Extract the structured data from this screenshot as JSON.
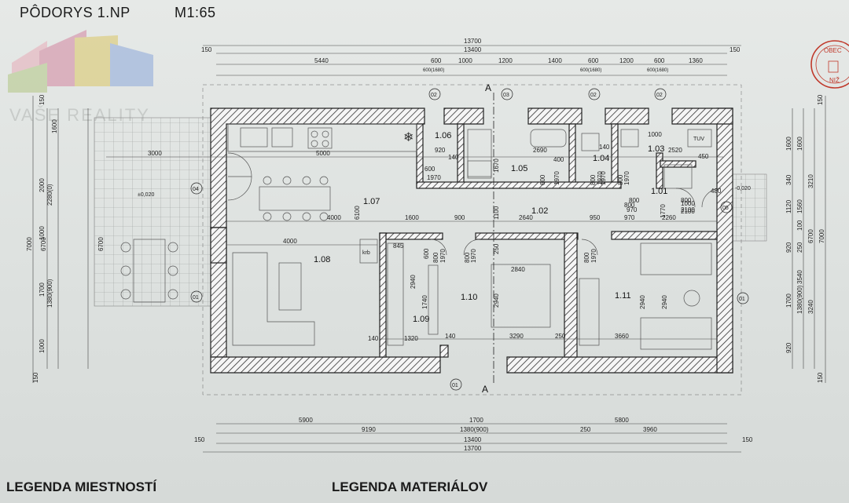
{
  "header": {
    "title": "PÔDORYS 1.NP",
    "scale": "M1:65",
    "watermark": "VAŠE REALITY"
  },
  "stamp": {
    "lines": [
      "OBEC",
      "NIŽ"
    ]
  },
  "dimensions": {
    "top_total_outer": "13700",
    "top_total_inner": "13400",
    "top_end_left": "150",
    "top_end_right": "150",
    "top_segments": [
      "5440",
      "600",
      "1000",
      "1200",
      "1400",
      "600",
      "1200",
      "600",
      "1360"
    ],
    "top_openings": [
      "600(1680)",
      "600(1680)",
      "600(1680)"
    ],
    "bottom_segments_a": [
      "5900",
      "1700",
      "5800"
    ],
    "bottom_segments_b": [
      "9190",
      "1380(900)",
      "250",
      "3960"
    ],
    "bottom_total_inner": "13400",
    "bottom_total_outer": "13700",
    "bottom_end_left": "150",
    "bottom_end_right": "150",
    "left_total_outer": "7000",
    "left_total_inner": "6700",
    "left_total_terrace": "6700",
    "left_segments": [
      "150",
      "1600",
      "2000",
      "2280(0)",
      "1000",
      "1700",
      "1380(900)",
      "1000",
      "150"
    ],
    "right_total_outer": "7000",
    "right_total_inner": "6700",
    "right_segments": [
      "150",
      "1600",
      "1600",
      "340",
      "3210",
      "1120",
      "1560",
      "100",
      "920",
      "250",
      "3540",
      "1700",
      "1380(900)",
      "3240",
      "920",
      "150"
    ],
    "interior": [
      "3000",
      "5000",
      "4000",
      "4000",
      "1600",
      "900",
      "2640",
      "950",
      "6100",
      "1100",
      "920",
      "140",
      "1670",
      "2690",
      "400",
      "140",
      "1970",
      "2520",
      "450",
      "2840",
      "3290",
      "3660",
      "250",
      "140",
      "1320",
      "140",
      "250",
      "2940",
      "1740",
      "2940",
      "2940",
      "2940",
      "480",
      "800",
      "2260",
      "1770",
      "970",
      "2100",
      "1000",
      "845",
      "600",
      "1000"
    ]
  },
  "door_labels": [
    "600",
    "1970",
    "800",
    "1970",
    "600",
    "1970",
    "800",
    "1970",
    "800",
    "1970",
    "800",
    "970",
    "800",
    "2100",
    "800",
    "1970",
    "800",
    "1970"
  ],
  "rooms": [
    {
      "id": "1.01"
    },
    {
      "id": "1.02"
    },
    {
      "id": "1.03"
    },
    {
      "id": "1.04"
    },
    {
      "id": "1.05"
    },
    {
      "id": "1.06"
    },
    {
      "id": "1.07"
    },
    {
      "id": "1.08"
    },
    {
      "id": "1.09"
    },
    {
      "id": "1.10"
    },
    {
      "id": "1.11"
    }
  ],
  "axis_markers": [
    "02",
    "03",
    "02",
    "02",
    "04",
    "05",
    "01",
    "01",
    "01"
  ],
  "section_marks": [
    "A",
    "A"
  ],
  "misc_labels": {
    "terrace_left": "±0,020",
    "terrace_right": "-0,020",
    "tuv": "TUV",
    "krb": "krb"
  },
  "legend": {
    "rooms": "LEGENDA MIESTNOSTÍ",
    "materials": "LEGENDA MATERIÁLOV"
  },
  "colors": {
    "paper": "#e2e5e3",
    "line": "#222222",
    "wall_hatch": "#333333",
    "stamp": "#c0392b"
  }
}
